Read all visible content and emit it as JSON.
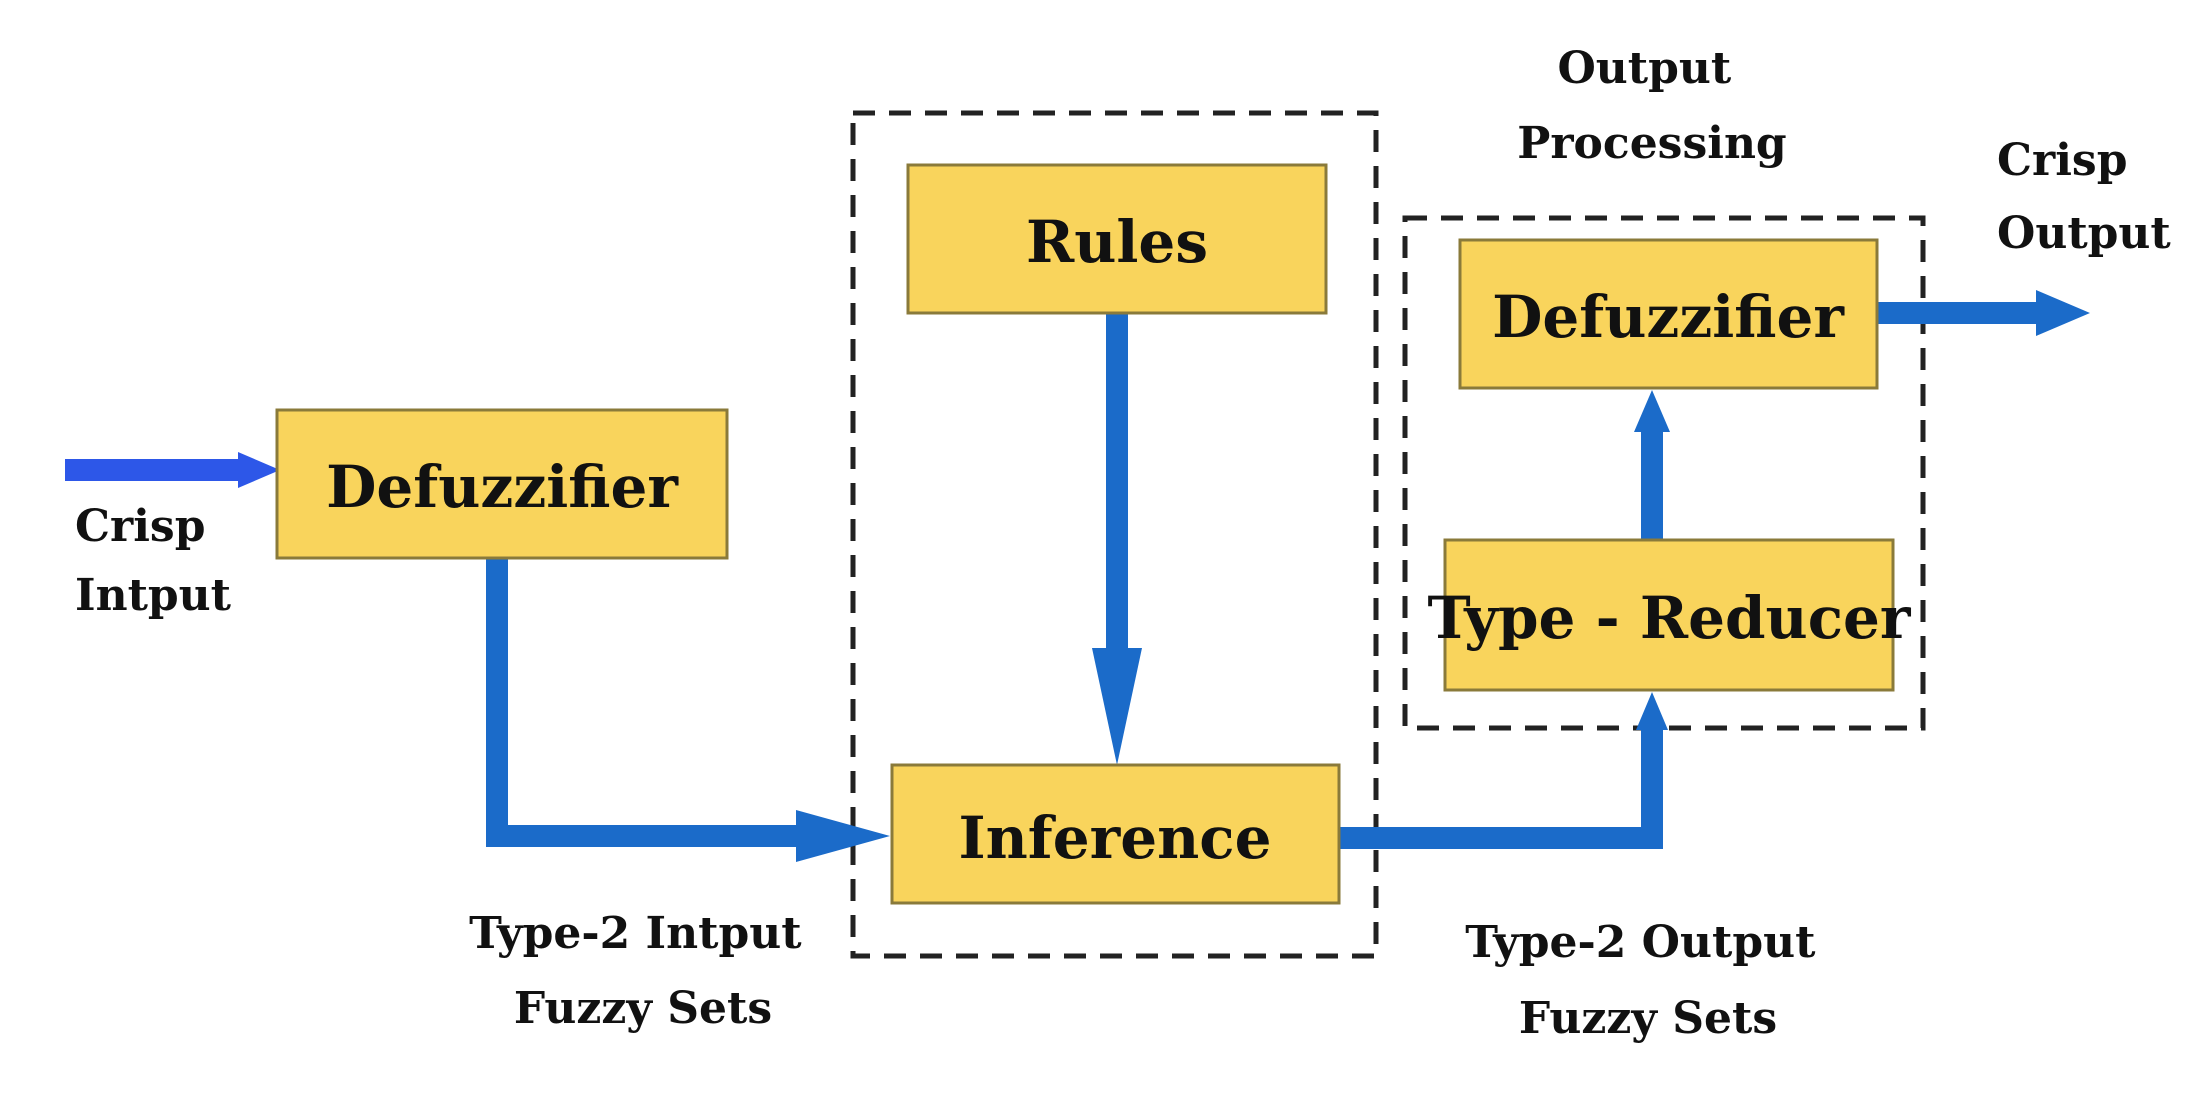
{
  "colors": {
    "box_fill": "#F9D45C",
    "box_stroke": "#8A7A3A",
    "arrow": "#1B6BC9",
    "input_arrow": "#2D57E8"
  },
  "blocks": {
    "input_defuzzifier": "Defuzzifier",
    "rules": "Rules",
    "inference": "Inference",
    "output_defuzzifier": "Defuzzifier",
    "type_reducer": "Type - Reducer"
  },
  "labels": {
    "crisp_input": [
      "Crisp",
      "Intput"
    ],
    "type2_input_sets": [
      "Type-2 Intput",
      "Fuzzy Sets"
    ],
    "output_processing": [
      "Output",
      "Processing"
    ],
    "type2_output_sets": [
      "Type-2 Output",
      "Fuzzy Sets"
    ],
    "crisp_output": [
      "Crisp",
      "Output"
    ]
  }
}
